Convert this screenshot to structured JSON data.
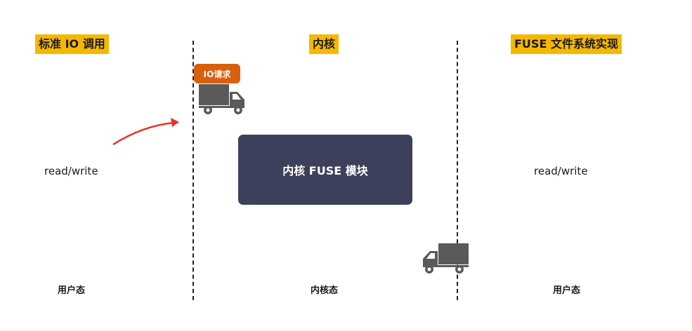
{
  "columns": {
    "left": {
      "title": "标准 IO 调用",
      "body": "read/write",
      "zone": "用户态"
    },
    "middle": {
      "title": "内核",
      "zone": "内核态"
    },
    "right": {
      "title": "FUSE 文件系统实现",
      "body": "read/write",
      "zone": "用户态"
    }
  },
  "kernel_module": {
    "label": "内核 FUSE 模块"
  },
  "io_request": {
    "label": "IO请求"
  },
  "icons": {
    "truck": "truck-icon",
    "arrow": "curved-arrow"
  },
  "colors": {
    "title_bg": "#f5b800",
    "module_bg": "#3d405b",
    "badge_bg": "#d95f0e",
    "arrow": "#e8322a",
    "truck": "#5a5a5a"
  }
}
